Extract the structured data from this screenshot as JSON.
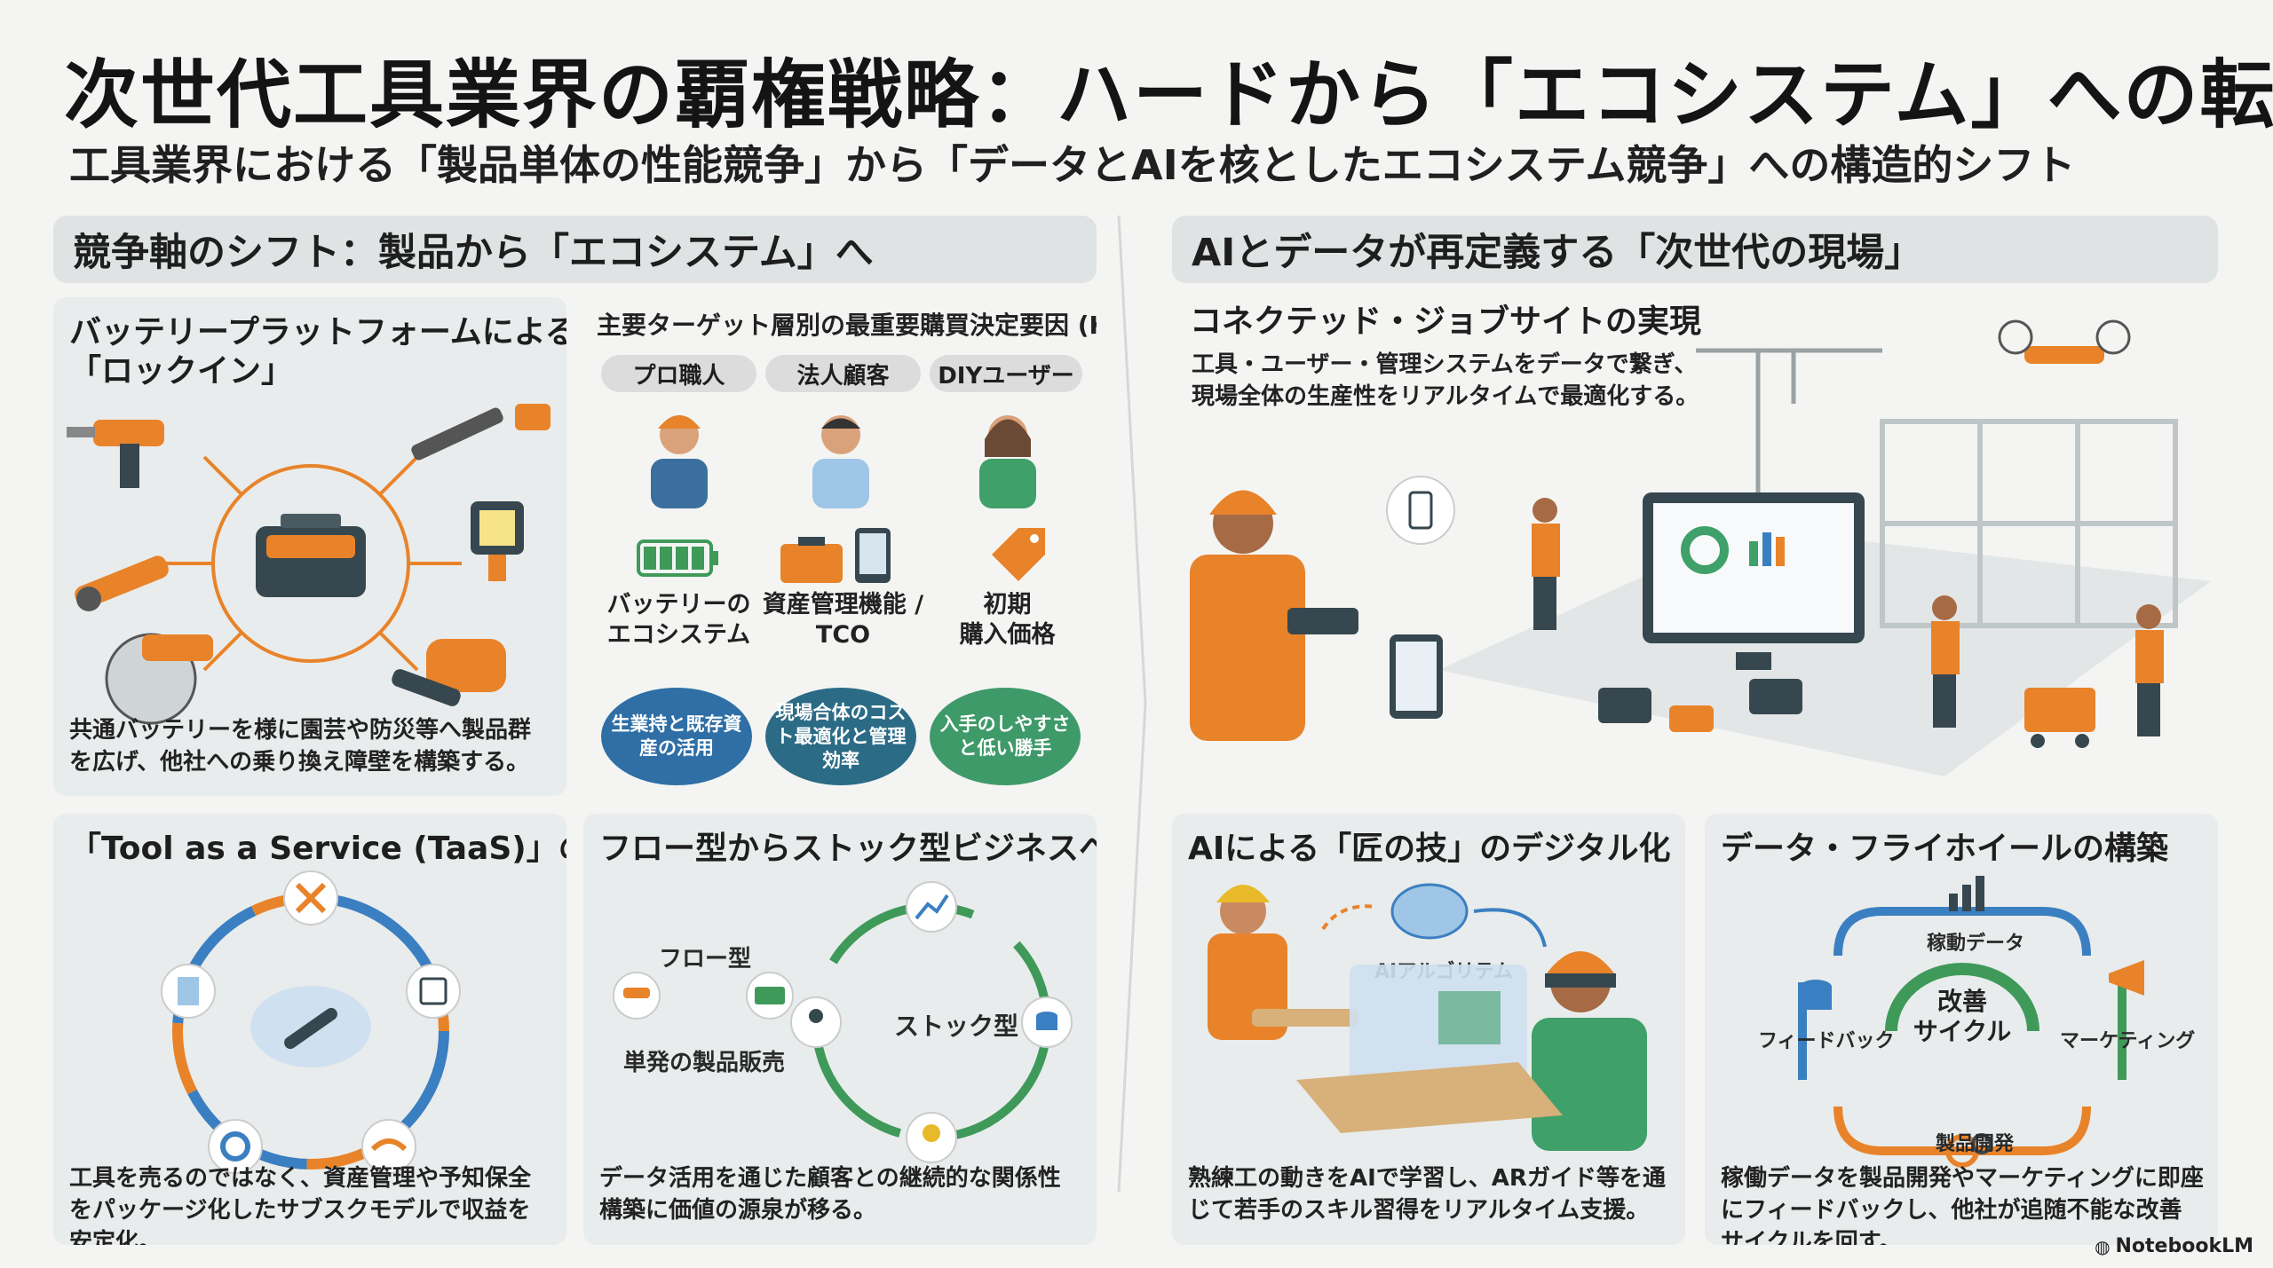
{
  "title": "次世代工具業界の覇権戦略：ハードから「エコシステム」への転換",
  "subtitle": "工具業界における「製品単体の性能競争」から「データとAIを核としたエコシステム競争」への構造的シフト",
  "left_section": {
    "header": "競争軸のシフト：製品から「エコシステム」へ",
    "battery": {
      "title_line1": "バッテリープラットフォームによる",
      "title_line2": "「ロックイン」",
      "desc": "共通バッテリーを様に園芸や防災等へ製品群を広げ、他社への乗り換え障壁を構築する。"
    },
    "kbf": {
      "title": "主要ターゲット層別の最重要購買決定要因 (KBF)",
      "segments": [
        {
          "label": "プロ職人",
          "factor_line1": "バッテリーの",
          "factor_line2": "エコシステム",
          "bubble": "生業持と既存資産の活用",
          "color": "#2f6fa6"
        },
        {
          "label": "法人顧客",
          "factor_line1": "資産管理機能 /",
          "factor_line2": "TCO",
          "bubble": "現場合体のコスト最適化と管理効率",
          "color": "#2b6b86"
        },
        {
          "label": "DIYユーザー",
          "factor_line1": "初期",
          "factor_line2": "購入価格",
          "bubble": "入手のしやすさと低い勝手",
          "color": "#3f9a6a"
        }
      ]
    },
    "taas": {
      "title": "「Tool as a Service (TaaS)」の台頭",
      "desc": "工具を売るのではなく、資産管理や予知保全をパッケージ化したサブスクモデルで収益を安定化。"
    },
    "flow_stock": {
      "title": "フロー型からストック型ビジネスへの転換",
      "flow_label": "フロー型",
      "flow_sub": "単発の製品販売",
      "stock_label": "ストック型",
      "desc": "データ活用を通じた顧客との継続的な関係性構築に価値の源泉が移る。"
    }
  },
  "right_section": {
    "header": "AIとデータが再定義する「次世代の現場」",
    "jobsite": {
      "title": "コネクテッド・ジョブサイトの実現",
      "desc_line1": "工具・ユーザー・管理システムをデータで繋ぎ、",
      "desc_line2": "現場全体の生産性をリアルタイムで最適化する。"
    },
    "ai_craft": {
      "title": "AIによる「匠の技」のデジタル化",
      "algo_label": "AIアルゴリテム",
      "desc": "熟練工の動きをAIで学習し、ARガイド等を通じて若手のスキル習得をリアルタイム支援。"
    },
    "flywheel": {
      "title": "データ・フライホイールの構築",
      "center_line1": "改善",
      "center_line2": "サイクル",
      "top": "稼動データ",
      "left": "フィードバック",
      "right": "マーケティング",
      "bottom": "製品開発",
      "desc": "稼働データを製品開発やマーケティングに即座にフィードバックし、他社が追随不能な改善サイクルを回す。"
    }
  },
  "colors": {
    "accent": "#e8832a",
    "blue": "#3a7fc1",
    "green": "#3f9a5a",
    "dark": "#37474f"
  },
  "watermark": "NotebookLM"
}
